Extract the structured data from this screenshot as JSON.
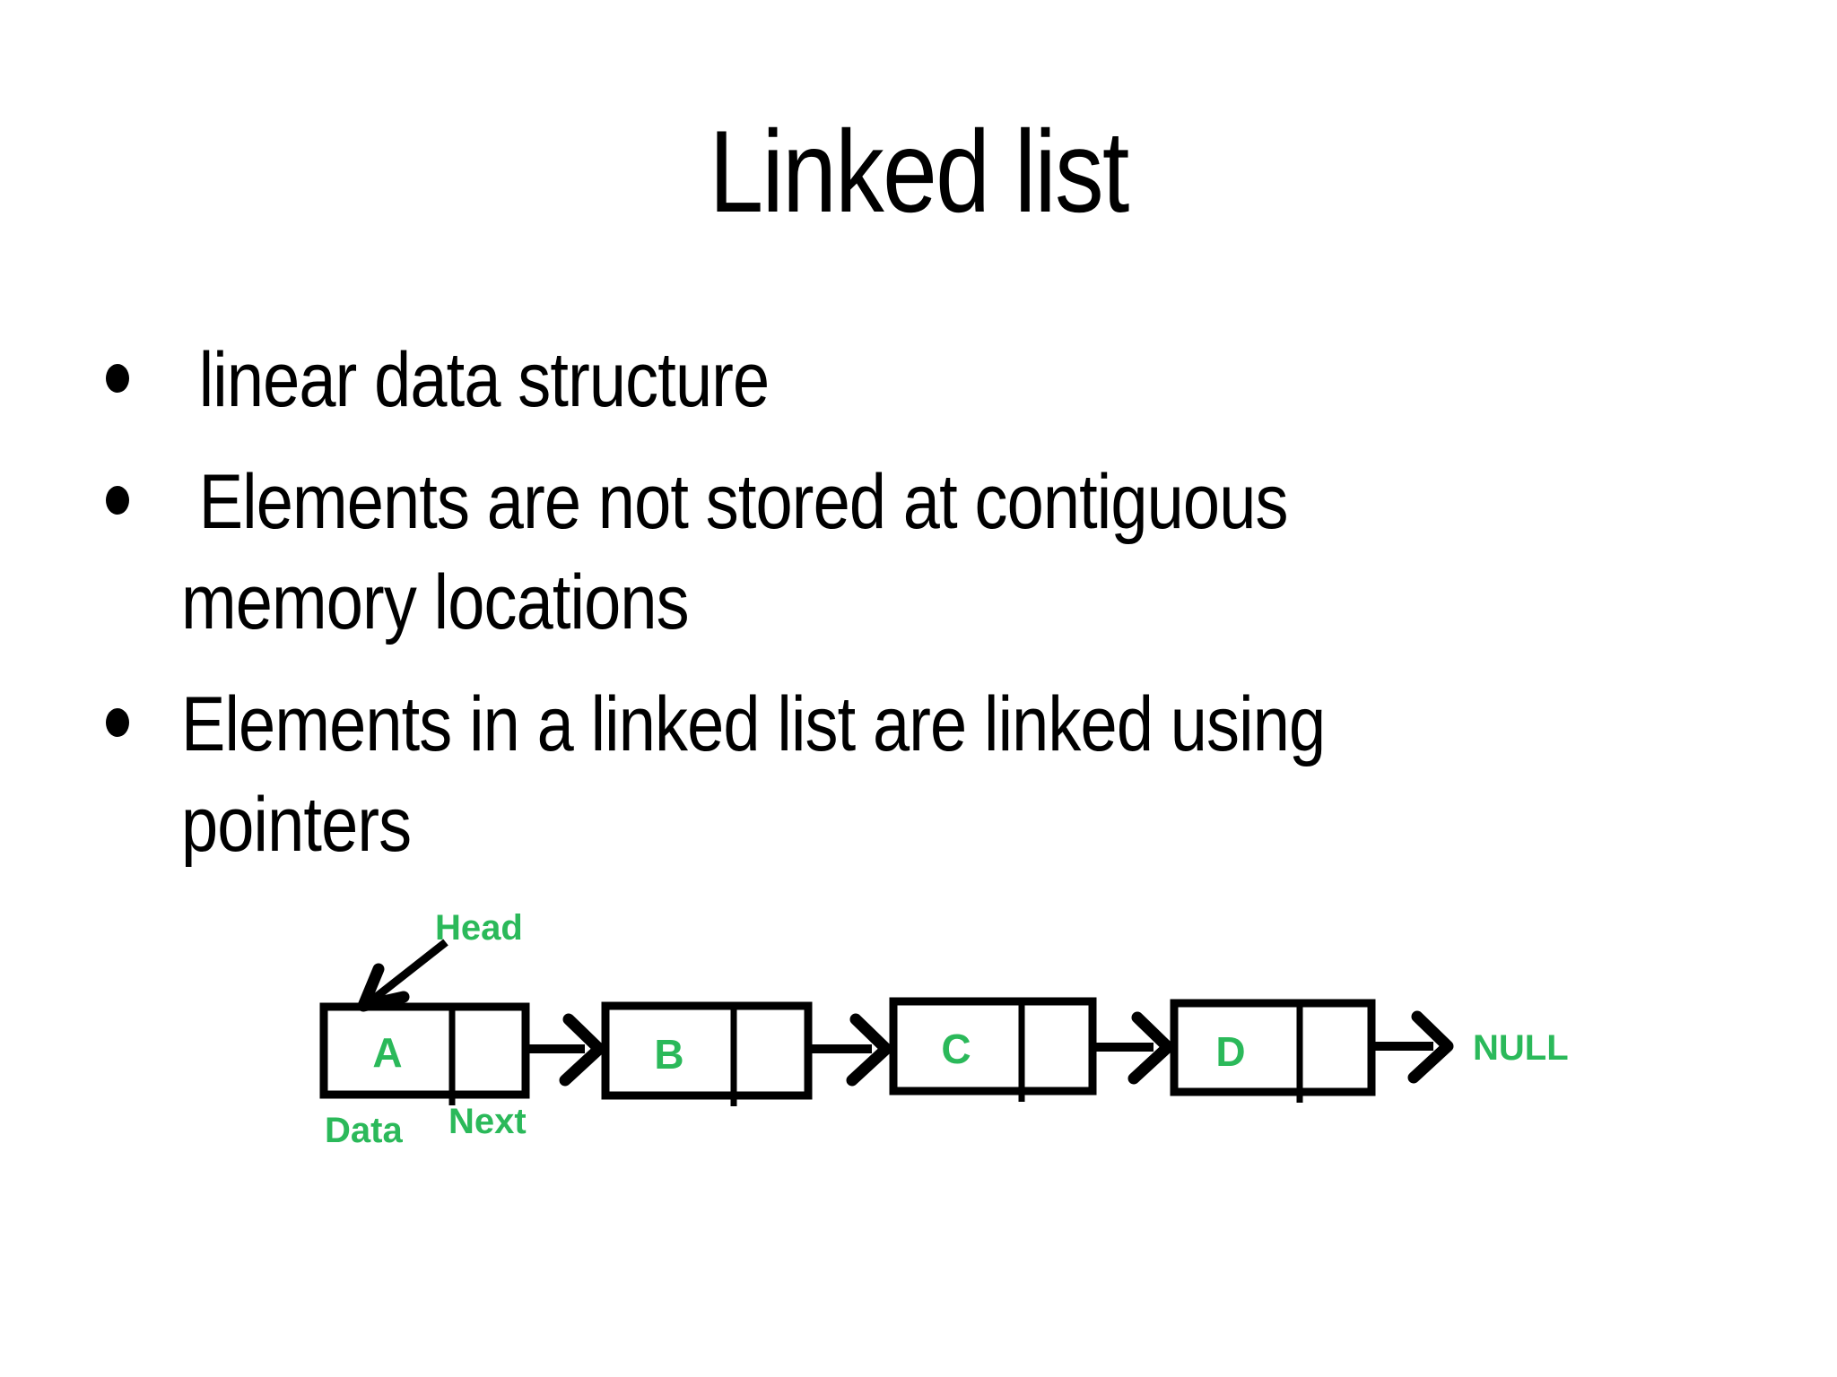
{
  "slide": {
    "title": "Linked list",
    "bullets": [
      {
        "text": " linear data structure"
      },
      {
        "text": " Elements are not stored at contiguous\nmemory locations"
      },
      {
        "text": "Elements in a linked list are linked using\npointers"
      }
    ]
  },
  "diagram": {
    "head_label": "Head",
    "data_label": "Data",
    "next_label": "Next",
    "null_label": "NULL",
    "nodes": [
      {
        "data": "A"
      },
      {
        "data": "B"
      },
      {
        "data": "C"
      },
      {
        "data": "D"
      }
    ],
    "colors": {
      "green": "#2bb95a",
      "black": "#000000"
    }
  }
}
